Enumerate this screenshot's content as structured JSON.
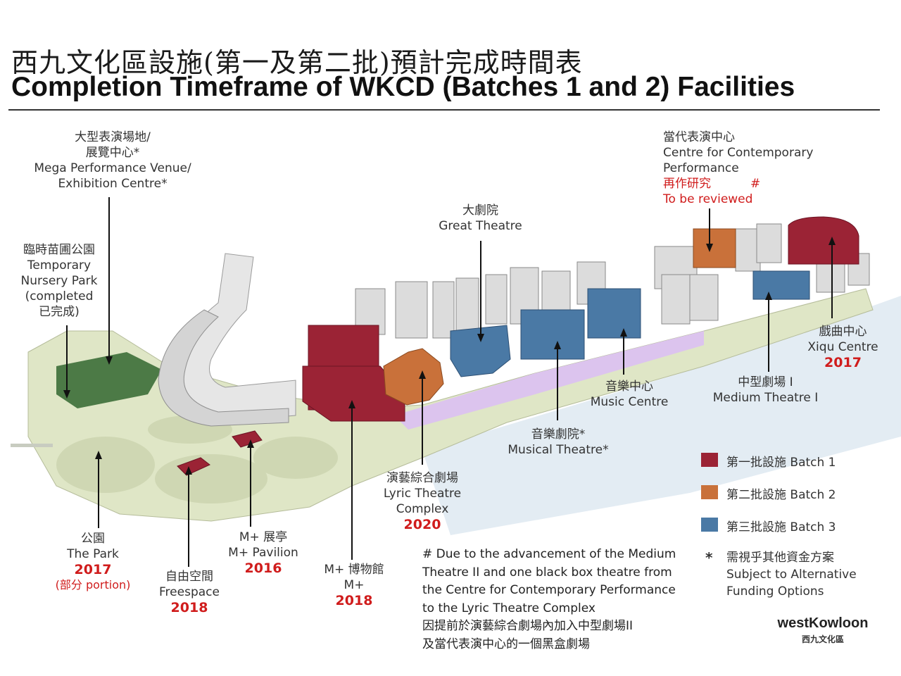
{
  "title_zh": "西九文化區設施(第一及第二批)預計完成時間表",
  "title_en": "Completion Timeframe of WKCD (Batches 1 and 2) Facilities",
  "colors": {
    "batch1": "#9b2335",
    "batch2": "#c9713a",
    "batch3": "#4a79a5",
    "park": "#dfe8c8",
    "water": "#dde8f0",
    "year": "#d01c1c"
  },
  "labels": {
    "mega": {
      "zh1": "大型表演場地/",
      "zh2": "展覽中心*",
      "en1": "Mega Performance Venue/",
      "en2": "Exhibition Centre*"
    },
    "nursery": {
      "zh": "臨時苗圃公園",
      "en1": "Temporary",
      "en2": "Nursery Park",
      "en3": "(completed",
      "zh2": "已完成)"
    },
    "ccp": {
      "zh": "當代表演中心",
      "en1": "Centre for Contemporary",
      "en2": "Performance",
      "review_zh": "再作研究",
      "hash": "#",
      "review_en": "To be reviewed"
    },
    "great": {
      "zh": "大劇院",
      "en": "Great Theatre"
    },
    "xiqu": {
      "zh": "戲曲中心",
      "en": "Xiqu Centre",
      "year": "2017"
    },
    "medium": {
      "zh": "中型劇場 I",
      "en": "Medium Theatre I"
    },
    "music": {
      "zh": "音樂中心",
      "en": "Music Centre"
    },
    "musical": {
      "zh": "音樂劇院*",
      "en": "Musical Theatre*"
    },
    "lyric": {
      "zh": "演藝綜合劇場",
      "en1": "Lyric Theatre",
      "en2": "Complex",
      "year": "2020"
    },
    "park": {
      "zh": "公園",
      "en": "The Park",
      "year": "2017",
      "portion": "(部分 portion)"
    },
    "freespace": {
      "zh": "自由空間",
      "en": "Freespace",
      "year": "2018"
    },
    "pavilion": {
      "zh": "M+ 展亭",
      "en": "M+ Pavilion",
      "year": "2016"
    },
    "mplus": {
      "zh": "M+ 博物館",
      "en": "M+",
      "year": "2018"
    }
  },
  "legend": {
    "batch1": "第一批設施 Batch 1",
    "batch2": "第二批設施 Batch 2",
    "batch3": "第三批設施 Batch 3",
    "star": "*",
    "star_zh": "需視乎其他資金方案",
    "star_en1": "Subject to Alternative",
    "star_en2": "Funding Options"
  },
  "note": {
    "line1": "# Due to the advancement of the Medium",
    "line2": "Theatre II and one black box theatre from",
    "line3": "the Centre for Contemporary Performance",
    "line4": "to the Lyric Theatre Complex",
    "line5": "因提前於演藝綜合劇場內加入中型劇場II",
    "line6": "及當代表演中心的一個黑盒劇場"
  },
  "logo": {
    "en": "westKowloon",
    "zh": "西九文化區"
  }
}
